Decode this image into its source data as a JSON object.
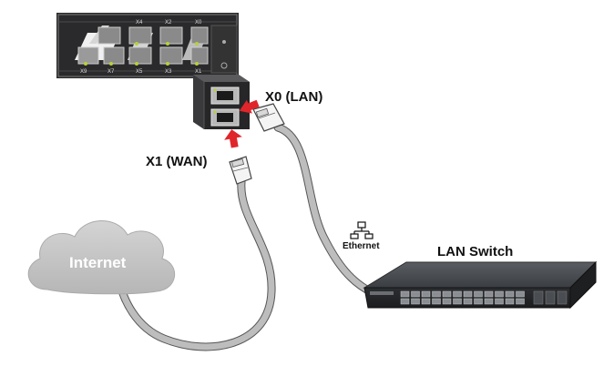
{
  "labels": {
    "x0_lan": "X0 (LAN)",
    "x1_wan": "X1 (WAN)",
    "ethernet": "Ethernet",
    "lan_switch": "LAN Switch",
    "internet": "Internet"
  },
  "firewall_ports": {
    "top_row": [
      "X4",
      "X2",
      "X0"
    ],
    "bottom_row": [
      "X9",
      "X7",
      "X5",
      "X3",
      "X1"
    ]
  },
  "colors": {
    "arrow": "#e0262b",
    "cable": "#b9b9b9",
    "cloud": "#c6c6c6",
    "device_dark": "#2b2b2b",
    "port_led": "#b5d33a"
  },
  "icons": [
    "network-icon"
  ]
}
